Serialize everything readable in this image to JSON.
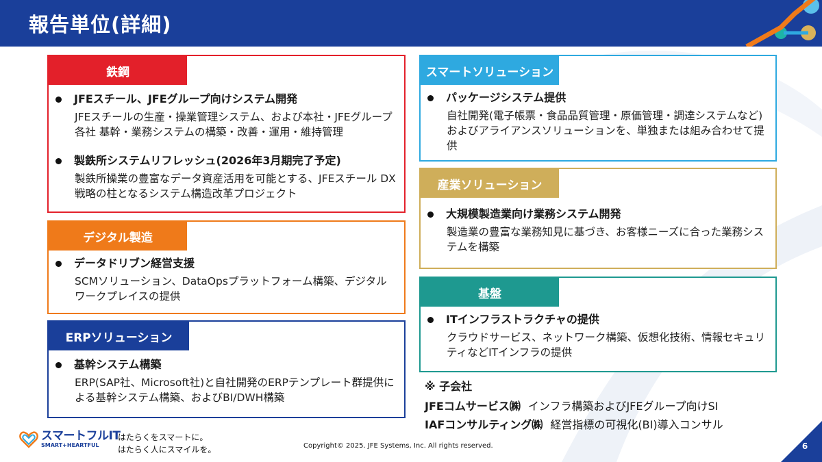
{
  "header": {
    "title": "報告単位(詳細)"
  },
  "colors": {
    "header_bg": "#1a3f9a",
    "steel": "#e3202a",
    "digital": "#ef7a1a",
    "erp": "#1a3f9a",
    "smart": "#2ea9e0",
    "industry": "#cfae5a",
    "platform": "#1e9990"
  },
  "segments": {
    "steel": {
      "label": "鉄鋼",
      "items": [
        {
          "title": "JFEスチール、JFEグループ向けシステム開発",
          "desc": "JFEスチールの生産・操業管理システム、および本社・JFEグループ各社 基幹・業務システムの構築・改善・運用・維持管理"
        },
        {
          "title": "製鉄所システムリフレッシュ(2026年3月期完了予定)",
          "desc": "製鉄所操業の豊富なデータ資産活用を可能とする、JFEスチール DX戦略の柱となるシステム構造改革プロジェクト"
        }
      ]
    },
    "digital": {
      "label": "デジタル製造",
      "items": [
        {
          "title": "データドリブン経営支援",
          "desc": "SCMソリューション、DataOpsプラットフォーム構築、デジタルワークプレイスの提供"
        }
      ]
    },
    "erp": {
      "label": "ERPソリューション",
      "items": [
        {
          "title": "基幹システム構築",
          "desc": "ERP(SAP社、Microsoft社)と自社開発のERPテンプレート群提供による基幹システム構築、およびBI/DWH構築"
        }
      ]
    },
    "smart": {
      "label": "スマートソリューション",
      "items": [
        {
          "title": "パッケージシステム提供",
          "desc": "自社開発(電子帳票・食品品質管理・原価管理・調達システムなど)およびアライアンスソリューションを、単独または組み合わせて提供"
        }
      ]
    },
    "industry": {
      "label": "産業ソリューション",
      "items": [
        {
          "title": "大規模製造業向け業務システム開発",
          "desc": "製造業の豊富な業務知見に基づき、お客様ニーズに合った業務システムを構築"
        }
      ]
    },
    "platform": {
      "label": "基盤",
      "items": [
        {
          "title": "ITインフラストラクチャの提供",
          "desc": "クラウドサービス、ネットワーク構築、仮想化技術、情報セキュリティなどITインフラの提供"
        }
      ]
    }
  },
  "subsidiaries": {
    "heading": "※ 子会社",
    "rows": [
      {
        "company": "JFEコムサービス㈱",
        "text": "インフラ構築およびJFEグループ向けSI"
      },
      {
        "company": "IAFコンサルティング㈱",
        "text": "経営指標の可視化(BI)導入コンサル"
      }
    ]
  },
  "footer": {
    "logo_main": "スマートフルIT",
    "logo_sub": "SMART+HEARTFUL",
    "tagline_1": "はたらくをスマートに。",
    "tagline_2": "はたらく人にスマイルを。",
    "copyright": "Copyright© 2025. JFE Systems, Inc. All rights reserved.",
    "page_number": "6"
  }
}
